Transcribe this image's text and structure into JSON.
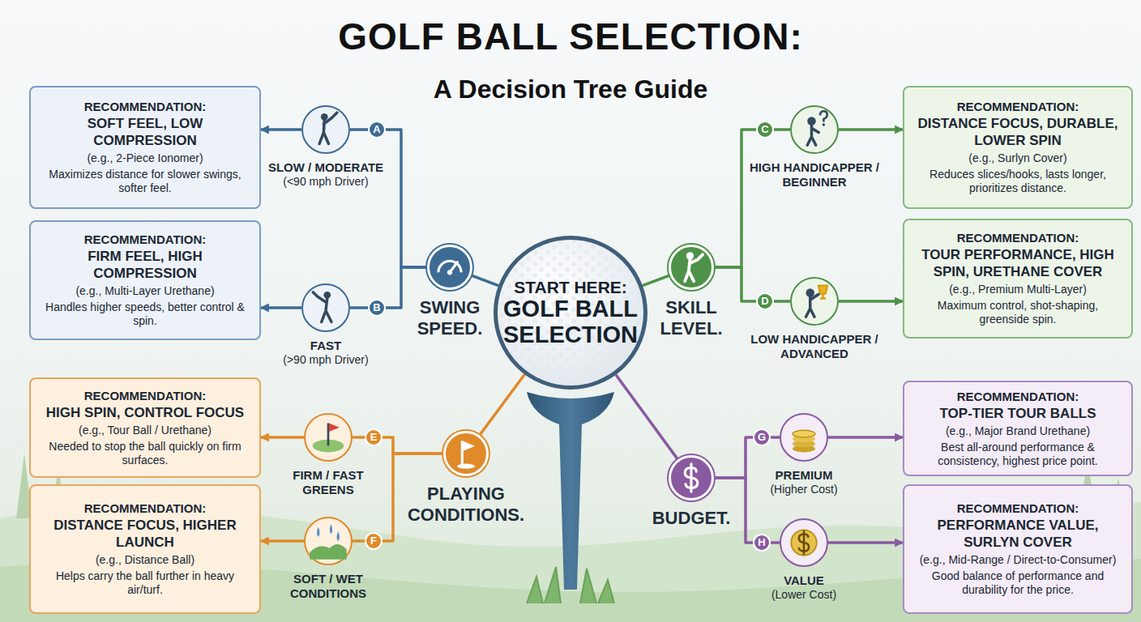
{
  "diagram": {
    "title": "GOLF BALL SELECTION:",
    "nodes": [
      {
        "text": [
          "START HERE:",
          "GOLF BALL SELECTION"
        ]
      },
      {
        "text": [
          "SWING SPEED."
        ]
      },
      {
        "text": [
          "SLOW / MODERATE",
          "(<90 mph Driver)"
        ]
      },
      {
        "text": [
          "RECOMMENDATION:",
          "SOFT FEEL, LOW COMPRESSION",
          "(e.g., 2-Piece Ionomer)",
          "Maximizes distance for slower swings, softer feel."
        ]
      },
      {
        "text": [
          "FAST",
          "(>90 mph Driver)"
        ]
      },
      {
        "text": [
          "RECOMMENDATION:",
          "FIRM FEEL, HIGH COMPRESSION",
          "(e.g., Multi-Layer Urethane)",
          "Handles higher speeds, better control & spin."
        ]
      },
      {
        "text": [
          "SKILL LEVEL."
        ]
      },
      {
        "text": [
          "HIGH HANDICAPPER / BEGINNER"
        ]
      },
      {
        "text": [
          "RECOMMENDATION:",
          "DISTANCE FOCUS, DURABLE, LOWER SPIN",
          "(e.g., Surlyn Cover)",
          "Reduces slices/hooks, lasts longer, prioritizes distance."
        ]
      },
      {
        "text": [
          "LOW HANDICAPPER / ADVANCED"
        ]
      },
      {
        "text": [
          "RECOMMENDATION:",
          "TOUR PERFORMANCE, HIGH SPIN, URETHANE COVER",
          "(e.g., Premium Multi-Layer)",
          "Maximum control, shot-shaping, greenside spin."
        ]
      },
      {
        "text": [
          "PLAYING CONDITIONS."
        ]
      },
      {
        "text": [
          "FIRM / FAST GREENS"
        ]
      },
      {
        "text": [
          "RECOMMENDATION:",
          "HIGH SPIN, CONTROL FOCUS",
          "(e.g., Tour Ball / Urethane)",
          "Needed to stop the ball quickly on firm surfaces."
        ]
      },
      {
        "text": [
          "SOFT / WET CONDITIONS"
        ]
      },
      {
        "text": [
          "RECOMMENDATION:",
          "DISTANCE FOCUS, HIGHER LAUNCH",
          "(e.g., Distance Ball)",
          "Helps carry the ball further in heavy air/turf."
        ]
      },
      {
        "text": [
          "BUDGET."
        ]
      },
      {
        "text": [
          "PREMIUM",
          "(Higher Cost)"
        ]
      },
      {
        "text": [
          "RECOMMENDATION:",
          "TOP-TIER TOUR BALLS",
          "(e.g., Major Brand Urethane)",
          "Best all-around performance & consistency, highest price point."
        ]
      },
      {
        "text": [
          "VALUE",
          "(Lower Cost)"
        ]
      },
      {
        "text": [
          "RECOMMENDATION:",
          "PERFORMANCE VALUE, SURLYN COVER",
          "(e.g., Mid-Range / Direct-to-Consumer)",
          "Good balance of performance and durability for the price."
        ]
      }
    ],
    "edges": [
      {
        "from": 0,
        "to": 1,
        "arrow": "none"
      },
      {
        "from": 0,
        "to": 6,
        "arrow": "none"
      },
      {
        "from": 0,
        "to": 11,
        "arrow": "none"
      },
      {
        "from": 0,
        "to": 16,
        "arrow": "none"
      },
      {
        "from": 1,
        "to": 2,
        "arrow": "none"
      },
      {
        "from": 1,
        "to": 4,
        "arrow": "none"
      },
      {
        "from": 6,
        "to": 7,
        "arrow": "none"
      },
      {
        "from": 6,
        "to": 9,
        "arrow": "none"
      },
      {
        "from": 11,
        "to": 12,
        "arrow": "none"
      },
      {
        "from": 11,
        "to": 14,
        "arrow": "none"
      },
      {
        "from": 16,
        "to": 17,
        "arrow": "none"
      },
      {
        "from": 16,
        "to": 19,
        "arrow": "none"
      },
      {
        "from": 2,
        "to": 3,
        "arrow": "to"
      },
      {
        "from": 4,
        "to": 5,
        "arrow": "to"
      },
      {
        "from": 7,
        "to": 8,
        "arrow": "to"
      },
      {
        "from": 9,
        "to": 10,
        "arrow": "to"
      },
      {
        "from": 12,
        "to": 13,
        "arrow": "to"
      },
      {
        "from": 14,
        "to": 15,
        "arrow": "to"
      },
      {
        "from": 17,
        "to": 18,
        "arrow": "to"
      },
      {
        "from": 19,
        "to": 20,
        "arrow": "to"
      }
    ],
    "labels": [
      "A Decision Tree Guide",
      "A",
      "B",
      "C",
      "D",
      "E",
      "F",
      "G",
      "H"
    ]
  }
}
